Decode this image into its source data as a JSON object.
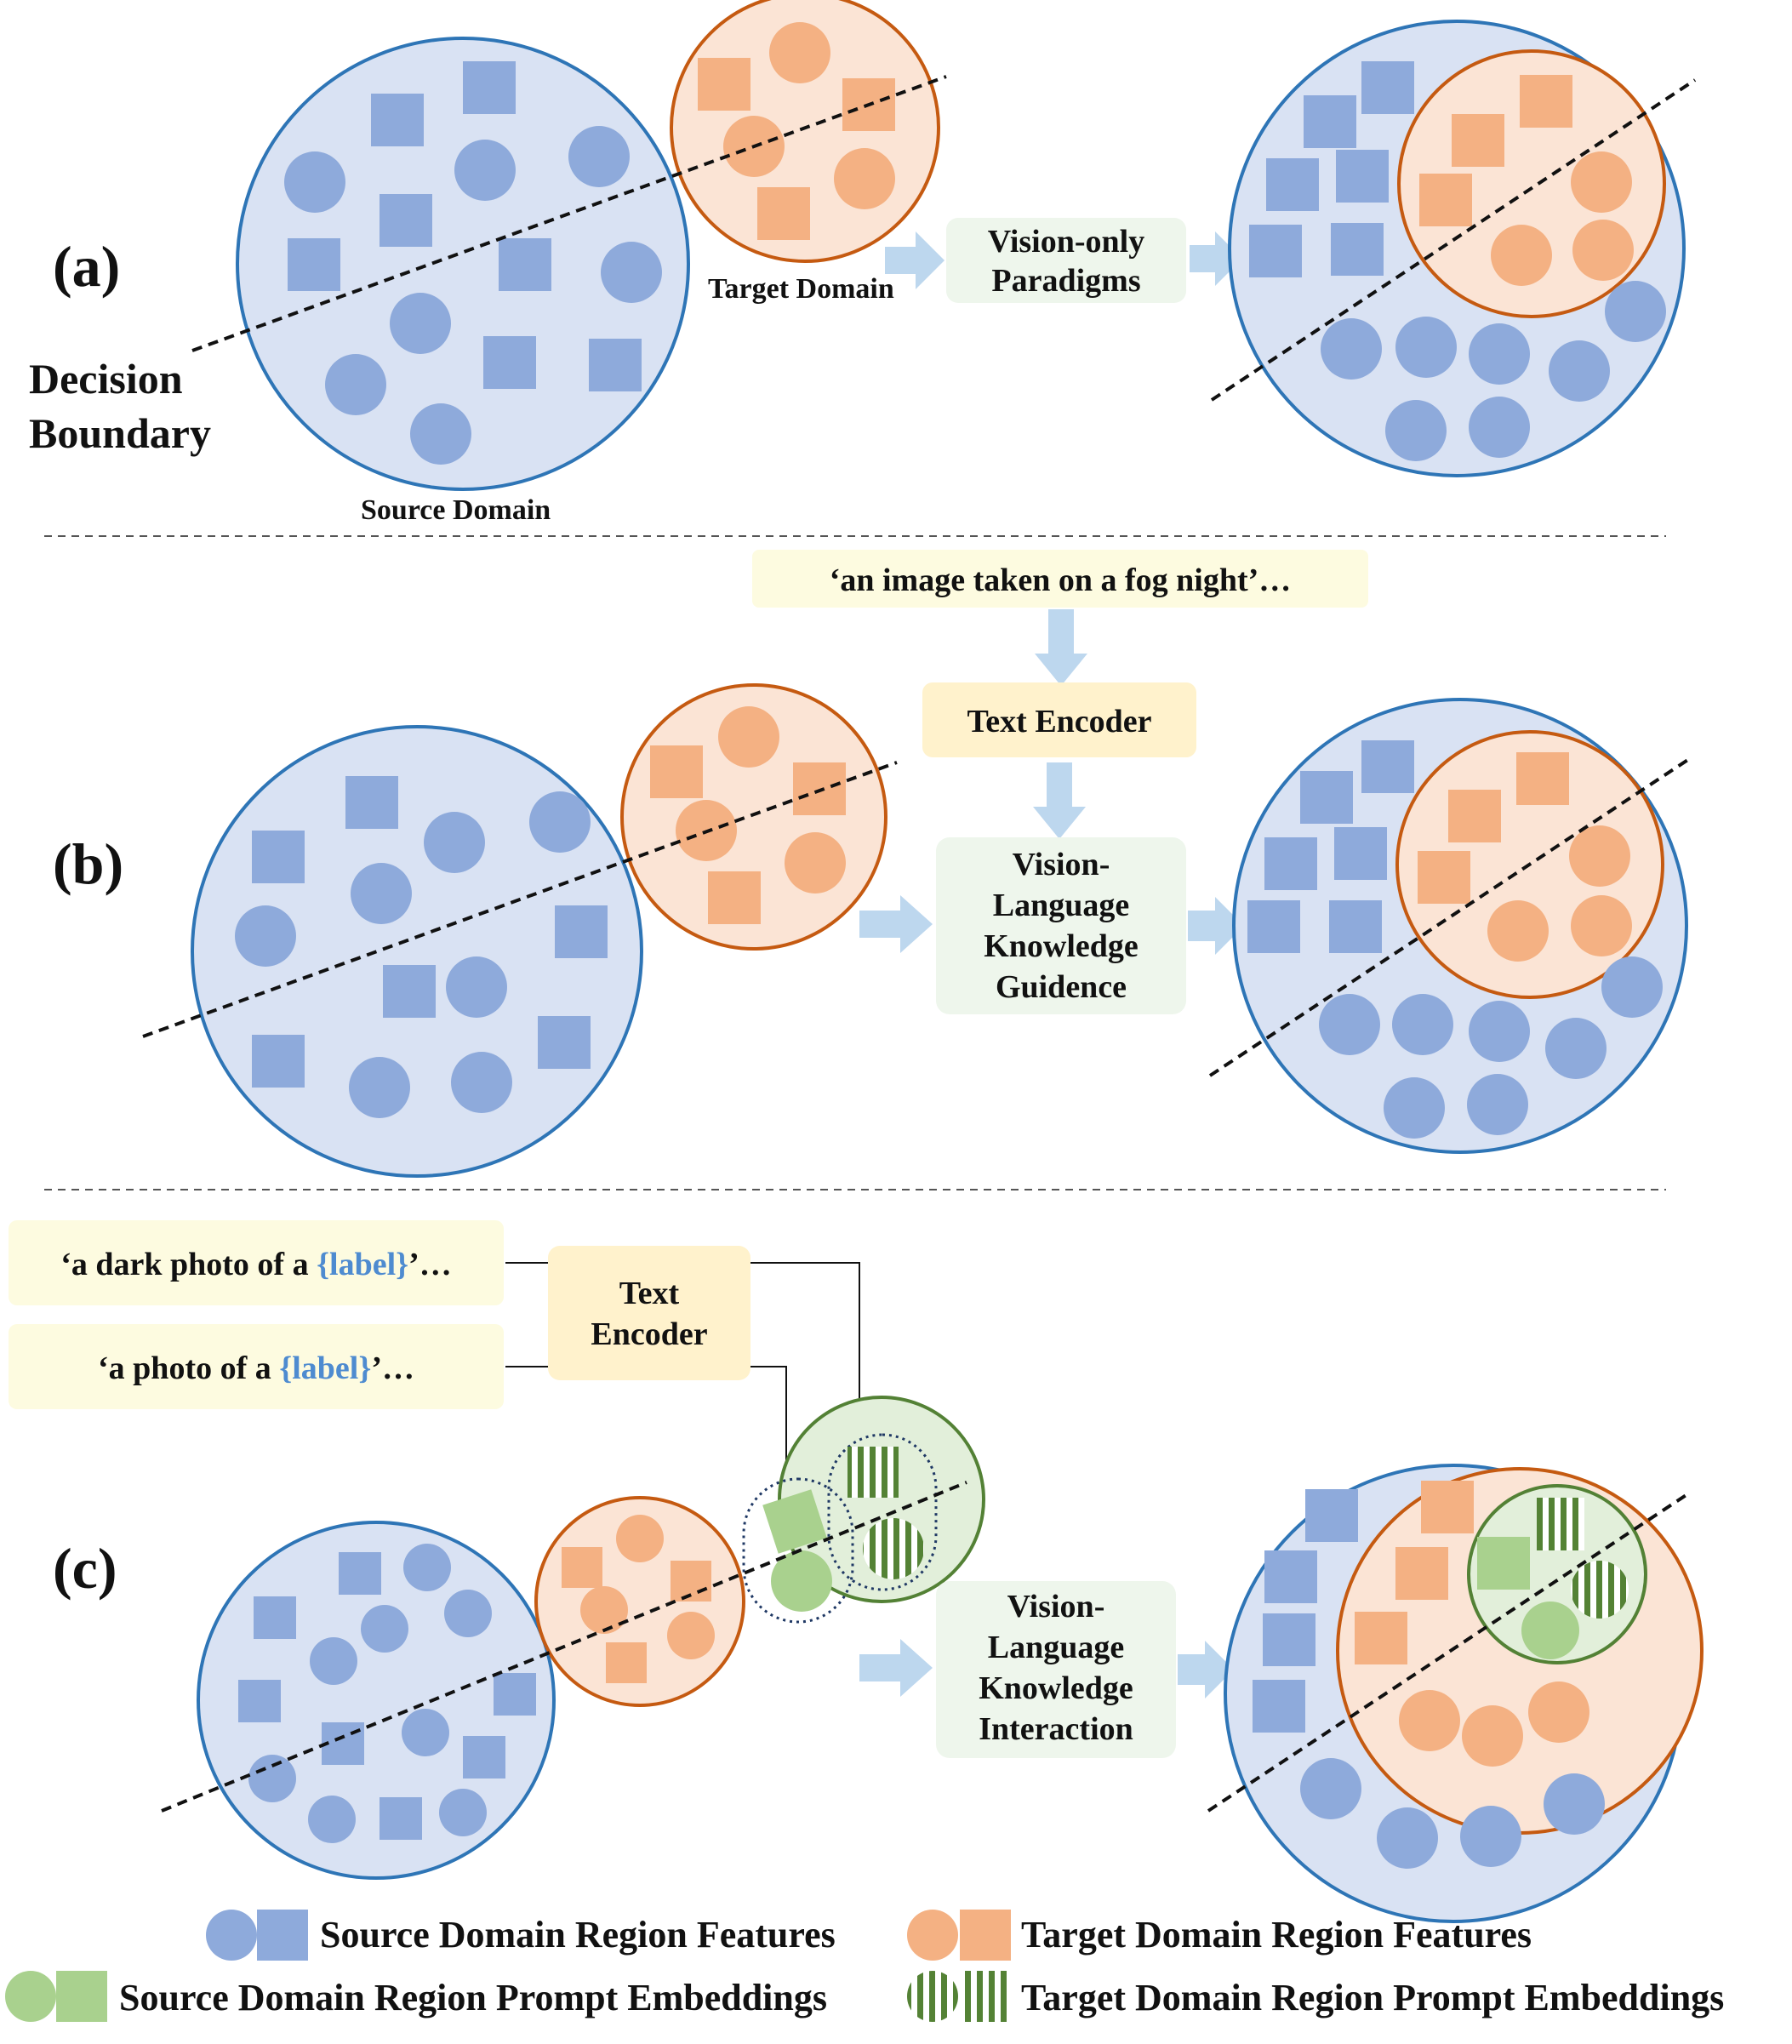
{
  "panel_a": {
    "label": "(a)",
    "decision_boundary_line1": "Decision",
    "decision_boundary_line2": "Boundary",
    "target_domain": "Target Domain",
    "source_domain": "Source Domain",
    "method_line1": "Vision-only",
    "method_line2": "Paradigms"
  },
  "panel_b": {
    "label": "(b)",
    "prompt": "‘an image taken on a fog night’…",
    "text_encoder": "Text Encoder",
    "method_line1": "Vision-",
    "method_line2": "Language",
    "method_line3": "Knowledge",
    "method_line4": "Guidence"
  },
  "panel_c": {
    "label": "(c)",
    "prompt1_prefix": "‘a dark photo of a ",
    "prompt1_label": "{label}",
    "prompt1_suffix": "’…",
    "prompt2_prefix": "‘a photo of a ",
    "prompt2_label": "{label}",
    "prompt2_suffix": "’…",
    "text_encoder_line1": "Text",
    "text_encoder_line2": "Encoder",
    "method_line1": "Vision-",
    "method_line2": "Language",
    "method_line3": "Knowledge",
    "method_line4": "Interaction"
  },
  "legend": {
    "source_features": "Source Domain Region Features",
    "target_features": "Target Domain Region Features",
    "source_prompts": "Source Domain Region Prompt Embeddings",
    "target_prompts": "Target Domain Region Prompt Embeddings"
  },
  "colors": {
    "source_fill": "#d9e2f3",
    "source_stroke": "#2e75b6",
    "source_shape": "#8eaadb",
    "target_fill": "#fbe4d5",
    "target_stroke": "#c55a11",
    "target_shape": "#f4b183",
    "prompt_fill": "#e2efda",
    "prompt_stroke": "#538135",
    "prompt_shape": "#a9d18e",
    "stripe": "#548235",
    "arrow": "#bdd7ee",
    "box_green": "#eef6ec",
    "box_yellow": "#fff2cc",
    "box_prompt": "#fdfbe0",
    "label_blue": "#4e8bd0"
  }
}
